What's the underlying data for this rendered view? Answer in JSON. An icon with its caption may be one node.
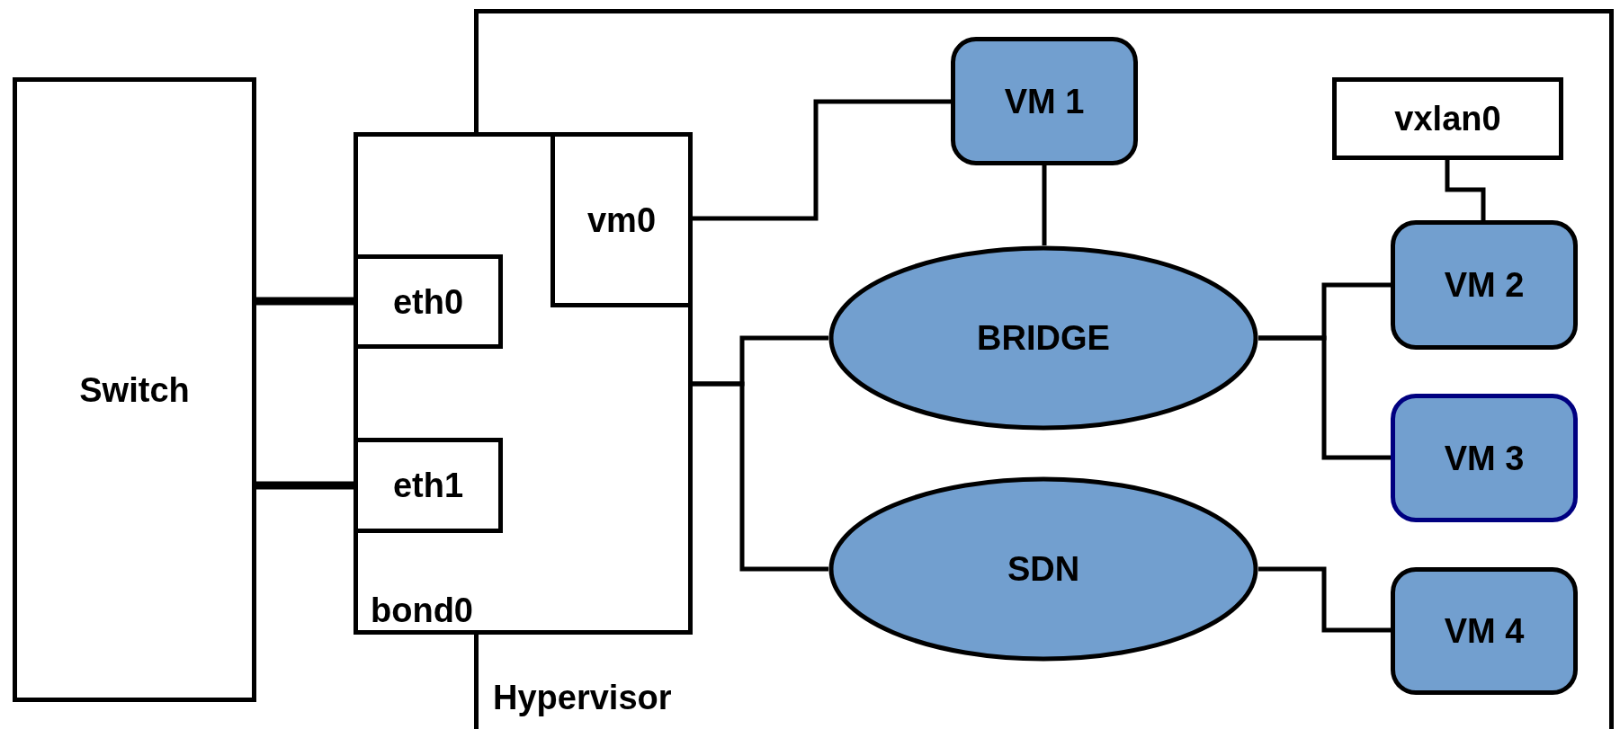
{
  "diagram": {
    "nodes": [
      {
        "text": [
          "Switch"
        ]
      },
      {
        "text": [
          "Hypervisor"
        ]
      },
      {
        "text": [
          "bond0"
        ]
      },
      {
        "text": [
          "vm0"
        ]
      },
      {
        "text": [
          "eth0"
        ],
        "in": 2
      },
      {
        "text": [
          "eth1"
        ],
        "in": 2
      },
      {
        "text": [
          "VM 1"
        ],
        "in": 1
      },
      {
        "text": [
          "vxlan0"
        ],
        "in": 1
      },
      {
        "text": [
          "VM 2"
        ],
        "in": 1
      },
      {
        "text": [
          "VM 3"
        ],
        "in": 1
      },
      {
        "text": [
          "BRIDGE"
        ],
        "in": 1
      },
      {
        "text": [
          "SDN"
        ],
        "in": 1
      },
      {
        "text": [
          "VM 4"
        ],
        "in": 1
      }
    ],
    "edges": [
      {
        "from": 0,
        "to": 4,
        "arrow": "none",
        "style": "thick"
      },
      {
        "from": 0,
        "to": 5,
        "arrow": "none",
        "style": "thick"
      },
      {
        "from": 3,
        "to": 6,
        "arrow": "none"
      },
      {
        "from": 6,
        "to": 10,
        "arrow": "none"
      },
      {
        "from": 2,
        "to": 10,
        "arrow": "none"
      },
      {
        "from": 2,
        "to": 11,
        "arrow": "none"
      },
      {
        "from": 7,
        "to": 8,
        "arrow": "none"
      },
      {
        "from": 10,
        "to": 8,
        "arrow": "none"
      },
      {
        "from": 10,
        "to": 9,
        "arrow": "none"
      },
      {
        "from": 11,
        "to": 12,
        "arrow": "none"
      }
    ]
  }
}
